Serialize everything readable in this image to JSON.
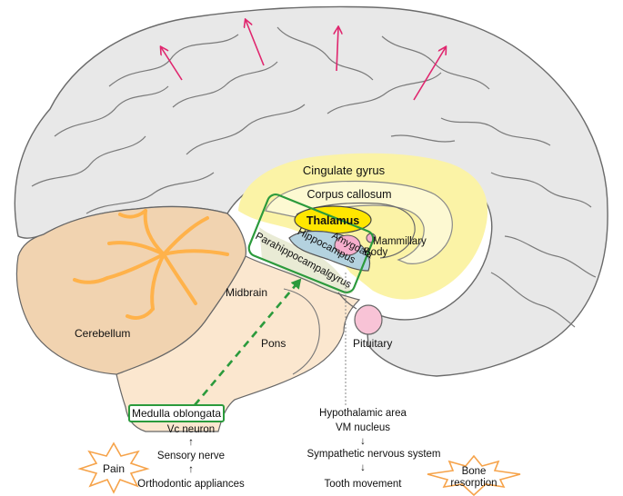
{
  "labels": {
    "cingulate_gyrus": "Cingulate gyrus",
    "corpus_callosum": "Corpus callosum",
    "thalamus": "Thalamus",
    "mammillary_body_line1": "Mammillary",
    "mammillary_body_line2": "Body",
    "amygdala": "Amygdala",
    "hippocampus": "Hippocampus",
    "parahippocampal_gyrus": "Parahippocampalgyrus",
    "midbrain": "Midbrain",
    "cerebellum": "Cerebellum",
    "pons": "Pons",
    "pituitary": "Pituitary",
    "medulla_oblongata": "Medulla oblongata"
  },
  "left_pathway": {
    "vc_neuron": "Vc neuron",
    "sensory_nerve": "Sensory nerve",
    "orthodontic_appliances": "Orthodontic appliances",
    "arrow_glyph": "↑",
    "pain": "Pain"
  },
  "right_pathway": {
    "hypothalamic_area": "Hypothalamic area",
    "vm_nucleus": "VM nucleus",
    "sympathetic": "Sympathetic nervous system",
    "tooth_movement": "Tooth movement",
    "arrow_glyph": "↓",
    "bone_resorption_line1": "Bone",
    "bone_resorption_line2": "resorption"
  },
  "colors": {
    "cortex_fill": "#e8e8e8",
    "cortex_stroke": "#6a6a6a",
    "cingulate": "#fbf3a6",
    "cingulate_inner": "#fdf9d2",
    "corpus_callosum": "#ffffff",
    "thalamus": "#ffe600",
    "hippocampus": "#b4d2df",
    "amygdala": "#f6aecd",
    "parahippocampal": "#e9ebd5",
    "cerebellum": "#f1d3b0",
    "cerebellum_branch": "#ffb24a",
    "brainstem": "#fbe7cf",
    "pituitary": "#f8c3d6",
    "green_box": "#2b9a3c",
    "magenta_arrow": "#e0266e",
    "burst_stroke": "#f6a34a"
  }
}
